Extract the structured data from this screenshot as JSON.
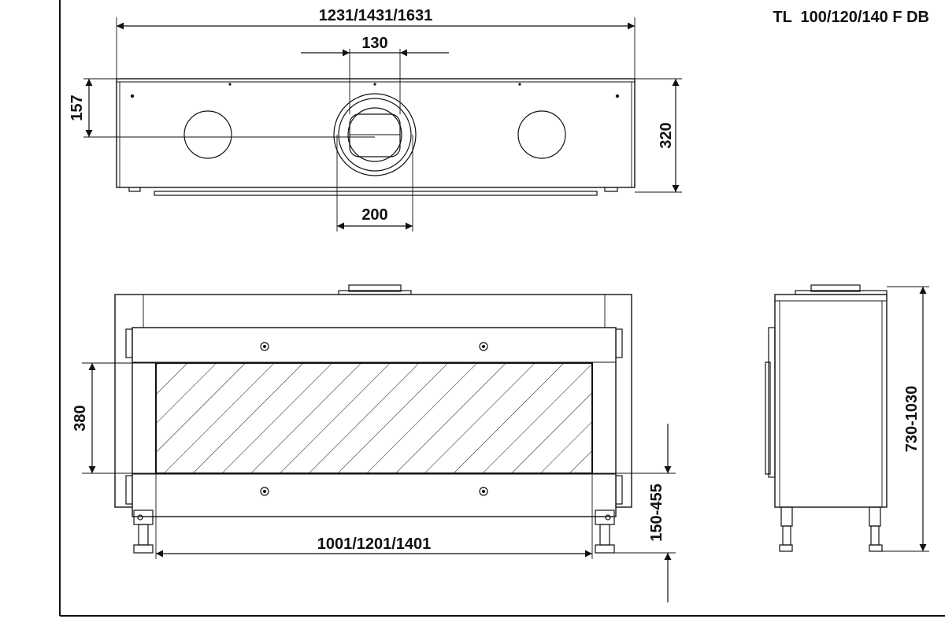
{
  "title": "TL  100/120/140 F DB",
  "dimensions": {
    "top_width": "1231/1431/1631",
    "flue_width": "130",
    "flue_height": "157",
    "depth": "320",
    "flue_diameter": "200",
    "glass_height": "380",
    "glass_width": "1001/1201/1401",
    "leg_height": "150-455",
    "total_height": "730-1030"
  }
}
